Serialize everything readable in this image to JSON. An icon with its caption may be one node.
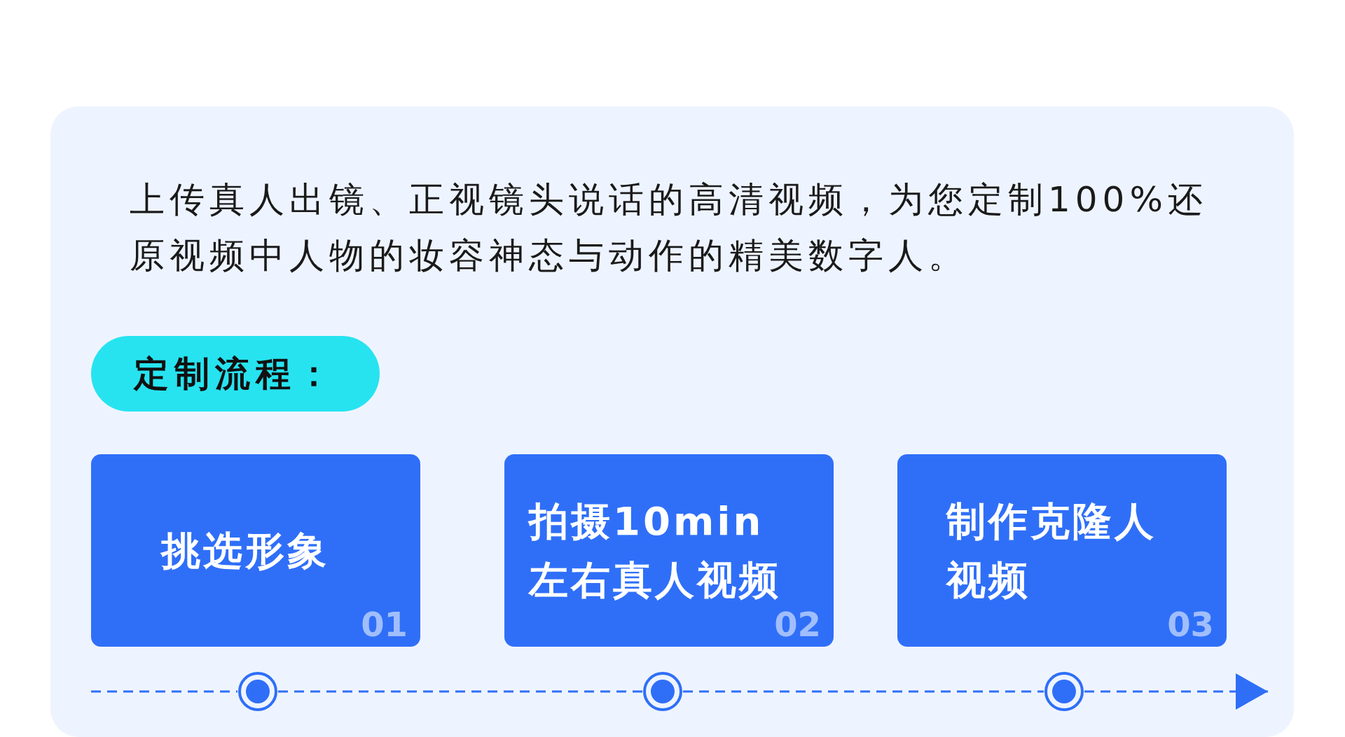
{
  "diagram": {
    "nodes": [
      {
        "text": [
          "定制流程："
        ]
      },
      {
        "text": [
          "挑选形象",
          "01"
        ]
      },
      {
        "text": [
          "拍摄10min左右真人视频",
          "02"
        ]
      },
      {
        "text": [
          "制作克隆人视频",
          "03"
        ]
      },
      {
        "text": [],
        "shape": "circle"
      },
      {
        "text": [],
        "shape": "circle"
      },
      {
        "text": [],
        "shape": "circle"
      }
    ],
    "edges": [
      {
        "from": null,
        "to": 4,
        "arrow": "none",
        "style": "dashed"
      },
      {
        "from": 4,
        "to": 5,
        "arrow": "none",
        "style": "dashed"
      },
      {
        "from": 5,
        "to": 6,
        "arrow": "none",
        "style": "dashed"
      },
      {
        "from": 6,
        "to": null,
        "arrow": "to",
        "style": "dashed"
      }
    ],
    "labels": [
      "上传真人出镜、正视镜头说话的高清视频，为您定制100%还原视频中人物的妆容神态与动作的精美数字人。"
    ]
  }
}
